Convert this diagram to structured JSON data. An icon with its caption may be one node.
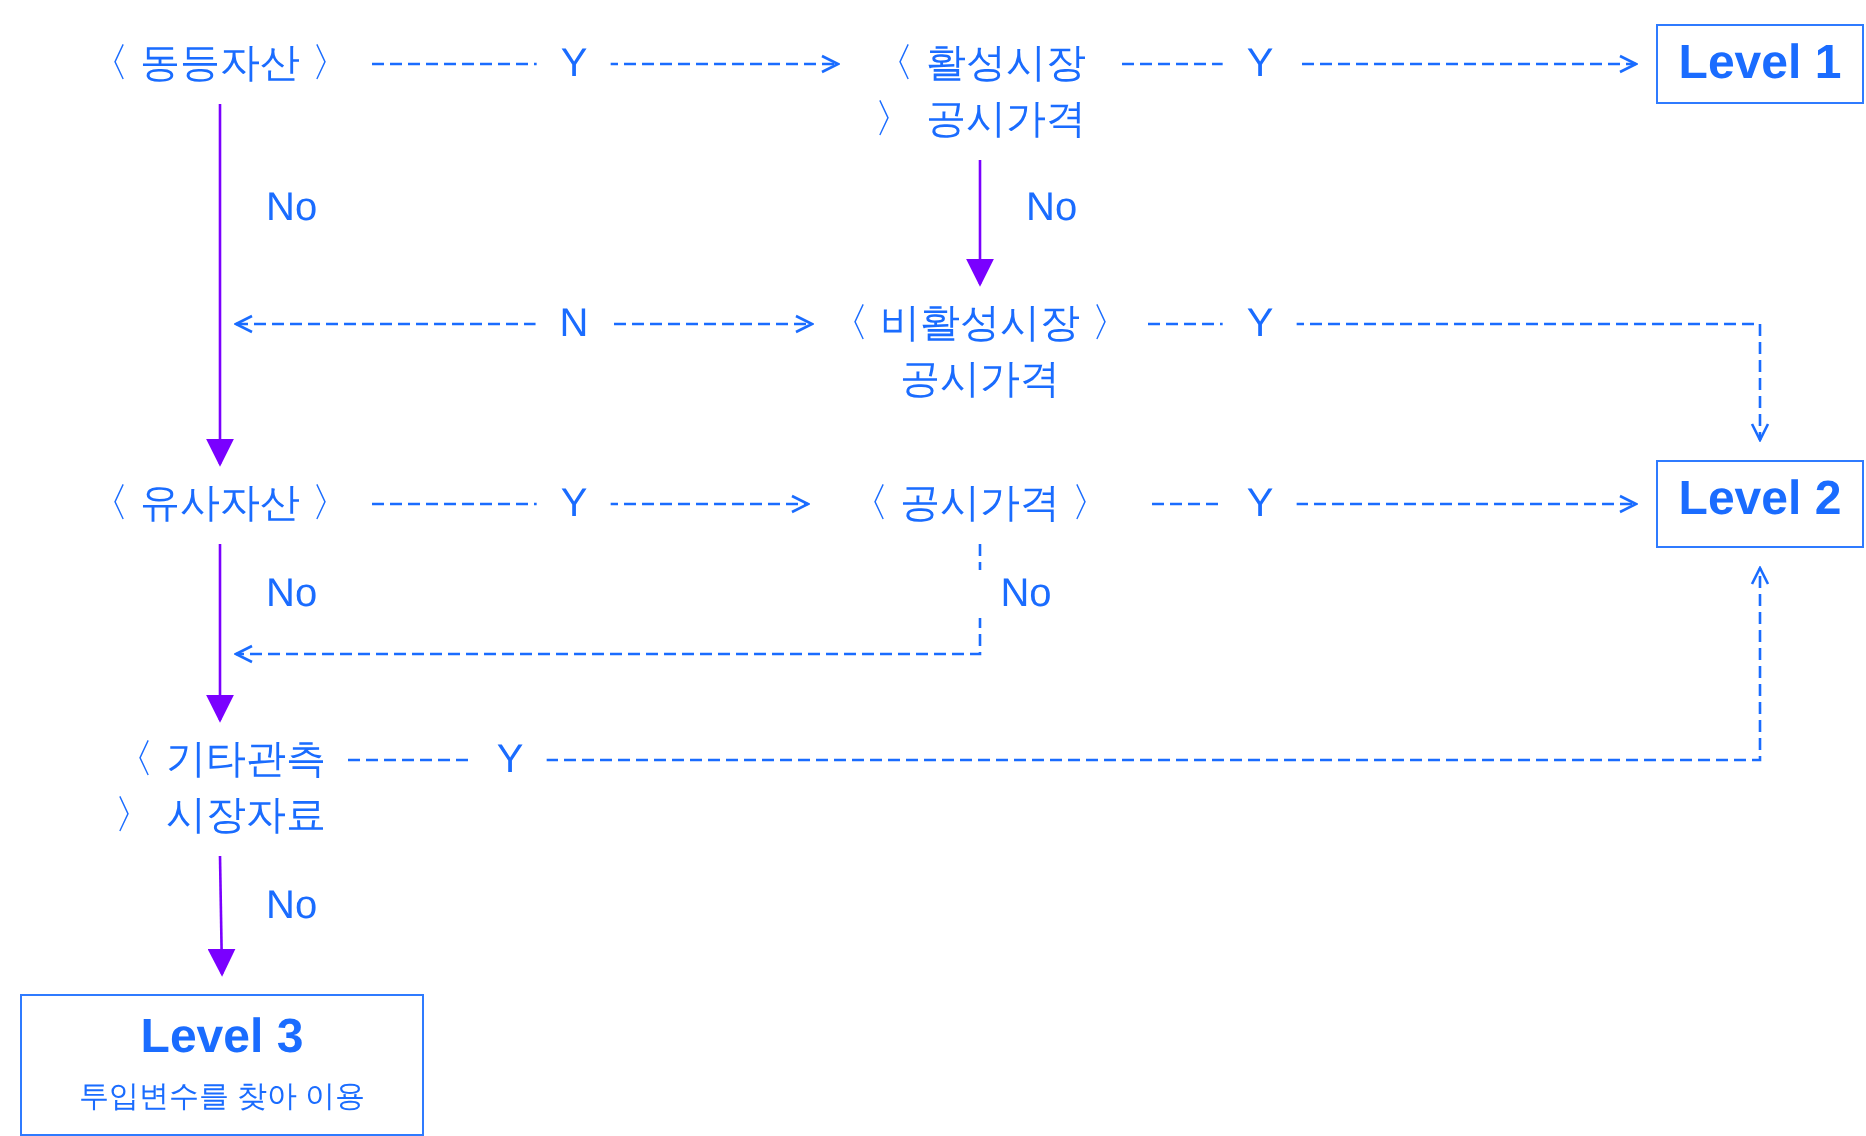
{
  "diagram": {
    "nodes": [
      {
        "text": [
          "〈 동등자산 〉"
        ]
      },
      {
        "text": [
          "〈 활성시장 〉 공시가격"
        ]
      },
      {
        "text": [
          "Level 1"
        ]
      },
      {
        "text": [
          "〈 비활성시장 〉 공시가격"
        ]
      },
      {
        "text": [
          "〈 유사자산 〉"
        ]
      },
      {
        "text": [
          "〈 공시가격 〉"
        ]
      },
      {
        "text": [
          "Level 2"
        ]
      },
      {
        "text": [
          "〈 기타관측 〉 시장자료"
        ]
      },
      {
        "text": [
          "Level 3",
          "투입변수를 찾아 이용"
        ]
      }
    ],
    "edges": [
      {
        "from": 0,
        "to": 1,
        "arrow": "to",
        "label": "Y",
        "style": "dashed"
      },
      {
        "from": 1,
        "to": 2,
        "arrow": "to",
        "label": "Y",
        "style": "dashed"
      },
      {
        "from": 0,
        "to": 4,
        "arrow": "to",
        "label": "No",
        "color": "#7a00ff"
      },
      {
        "from": 1,
        "to": 3,
        "arrow": "to",
        "label": "No",
        "color": "#7a00ff"
      },
      {
        "from": null,
        "to": 3,
        "arrow": "both",
        "label": "N",
        "style": "dashed"
      },
      {
        "from": 3,
        "to": 6,
        "arrow": "to",
        "label": "Y",
        "style": "dashed"
      },
      {
        "from": 4,
        "to": 5,
        "arrow": "to",
        "label": "Y",
        "style": "dashed"
      },
      {
        "from": 5,
        "to": 6,
        "arrow": "to",
        "label": "Y",
        "style": "dashed"
      },
      {
        "from": 4,
        "to": 7,
        "arrow": "to",
        "label": "No",
        "color": "#7a00ff"
      },
      {
        "from": 5,
        "to": null,
        "arrow": "to",
        "label": "No",
        "style": "dashed"
      },
      {
        "from": 7,
        "to": 6,
        "arrow": "to",
        "label": "Y",
        "style": "dashed"
      },
      {
        "from": 7,
        "to": 8,
        "arrow": "to",
        "label": "No",
        "color": "#7a00ff"
      }
    ]
  }
}
